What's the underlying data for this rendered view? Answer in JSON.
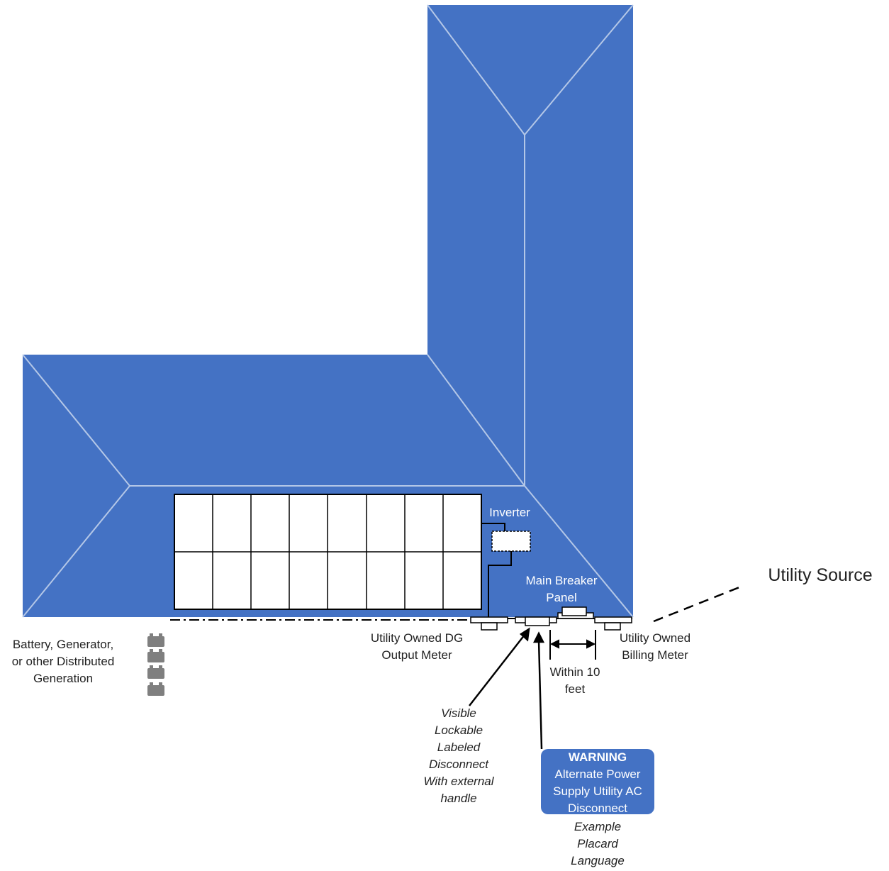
{
  "colors": {
    "roof": "#4472c4",
    "roof_line": "#b4c7e7",
    "panel_fill": "#ffffff",
    "wire": "#000000",
    "battery": "#7f7f7f",
    "placard": "#4472c4"
  },
  "labels": {
    "inverter": "Inverter",
    "main_breaker_panel": [
      "Main Breaker",
      "Panel"
    ],
    "utility_source": "Utility Source",
    "battery_generator": [
      "Battery, Generator,",
      "or other Distributed",
      "Generation"
    ],
    "dg_output_meter": [
      "Utility Owned DG",
      "Output Meter"
    ],
    "billing_meter": [
      "Utility Owned",
      "Billing Meter"
    ],
    "within_10_feet": [
      "Within 10",
      "feet"
    ],
    "disconnect": [
      "Visible",
      "Lockable",
      "Labeled",
      "Disconnect",
      "With external",
      "handle"
    ],
    "example_placard": [
      "Example",
      "Placard",
      "Language"
    ]
  },
  "placard": {
    "heading": "WARNING",
    "lines": [
      "Alternate Power",
      "Supply Utility AC",
      "Disconnect"
    ]
  },
  "icons": {
    "battery": "battery-icon"
  }
}
